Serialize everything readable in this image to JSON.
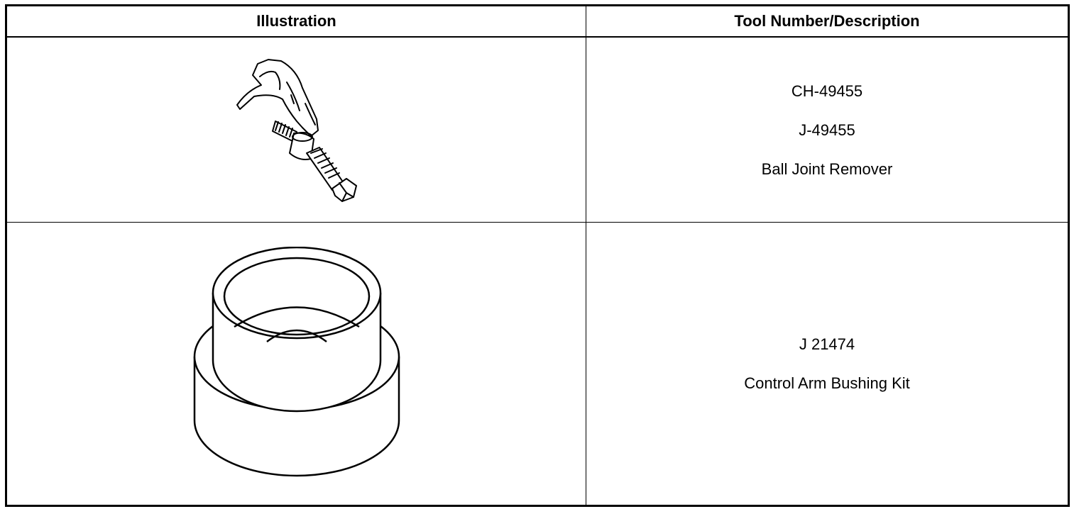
{
  "table": {
    "headers": {
      "illustration": "Illustration",
      "tool": "Tool Number/Description"
    },
    "rows": [
      {
        "illustration_icon": "ball-joint-remover-illustration",
        "lines": [
          "CH-49455",
          "J-49455",
          "Ball Joint Remover"
        ]
      },
      {
        "illustration_icon": "bushing-receiver-cup-illustration",
        "lines": [
          "J 21474",
          "Control Arm Bushing Kit"
        ]
      }
    ]
  }
}
